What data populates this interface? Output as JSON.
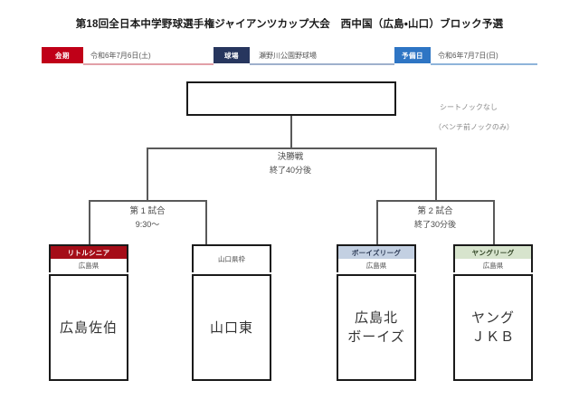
{
  "header": {
    "title": "第18回全日本中学野球選手権ジャイアンツカップ大会　西中国（広島・山口）ブロック予選"
  },
  "info": {
    "items": [
      {
        "label": "会期",
        "value": "令和6年7月6日(土)",
        "chip_color": "#c00018",
        "rule_color": "#e2a0a8"
      },
      {
        "label": "球場",
        "value": "瀬野川公園野球場",
        "chip_color": "#27365e",
        "rule_color": "#9fb0cc"
      },
      {
        "label": "予備日",
        "value": "令和6年7月7日(日)",
        "chip_color": "#2e75c4",
        "rule_color": "#8fb4da"
      }
    ]
  },
  "notes": {
    "line1": "シートノックなし",
    "line2": "（ベンチ前ノックのみ）"
  },
  "bracket": {
    "final": {
      "name": "決勝戦",
      "time": "終了40分後"
    },
    "semifinals": [
      {
        "name": "第 1 試合",
        "time": "9:30〜"
      },
      {
        "name": "第 2 試合",
        "time": "終了30分後"
      }
    ],
    "champion_box": {
      "value": ""
    },
    "teams": [
      {
        "league": "リトルシニア",
        "league_style": "red",
        "prefecture": "広島県",
        "name_line1": "広島佐伯",
        "name_line2": ""
      },
      {
        "league": "",
        "league_style": "none",
        "prefecture": "山口県枠",
        "name_line1": "山口東",
        "name_line2": ""
      },
      {
        "league": "ボーイズリーグ",
        "league_style": "bluegrey",
        "prefecture": "広島県",
        "name_line1": "広島北",
        "name_line2": "ボーイズ"
      },
      {
        "league": "ヤングリーグ",
        "league_style": "green",
        "prefecture": "広島県",
        "name_line1": "ヤング",
        "name_line2": "ＪＫＢ"
      }
    ]
  }
}
